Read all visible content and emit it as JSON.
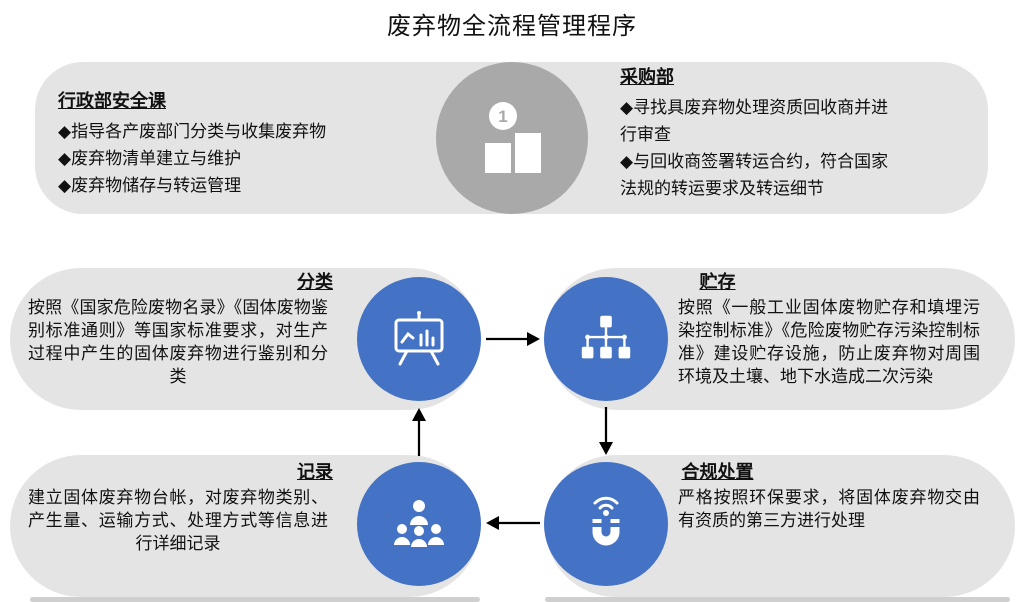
{
  "title": "废弃物全流程管理程序",
  "colors": {
    "accent_blue": "#4472C4",
    "panel_gray": "#E4E4E4",
    "circle_gray": "#A9A9A9",
    "text": "#111111"
  },
  "top_section": {
    "icon": "podium-first-place-icon",
    "admin": {
      "title": "行政部安全课",
      "bullets": [
        "◆指导各产废部门分类与收集废弃物",
        "◆废弃物清单建立与维护",
        "◆废弃物储存与转运管理"
      ]
    },
    "procurement": {
      "title": "采购部",
      "bullets": [
        "◆寻找具废弃物处理资质回收商并进行审查",
        "◆与回收商签署转运合约，符合国家法规的转运要求及转运细节"
      ]
    }
  },
  "steps": {
    "classify": {
      "title": "分类",
      "icon": "presentation-chart-icon",
      "body": "按照《国家危险废物名录》《固体废物鉴别标准通则》等国家标准要求，对生产过程中产生的固体废弃物进行鉴别和分类"
    },
    "storage": {
      "title": "贮存",
      "icon": "hierarchy-icon",
      "body": "按照《一般工业固体废物贮存和填埋污染控制标准》《危险废物贮存污染控制标准》建设贮存设施，防止废弃物对周围环境及土壤、地下水造成二次污染"
    },
    "record": {
      "title": "记录",
      "icon": "team-icon",
      "body": "建立固体废弃物台帐，对废弃物类别、产生量、运输方式、处理方式等信息进行详细记录"
    },
    "disposal": {
      "title": "合规处置",
      "icon": "magnet-signal-icon",
      "body": "严格按照环保要求，将固体废弃物交由有资质的第三方进行处理"
    }
  }
}
